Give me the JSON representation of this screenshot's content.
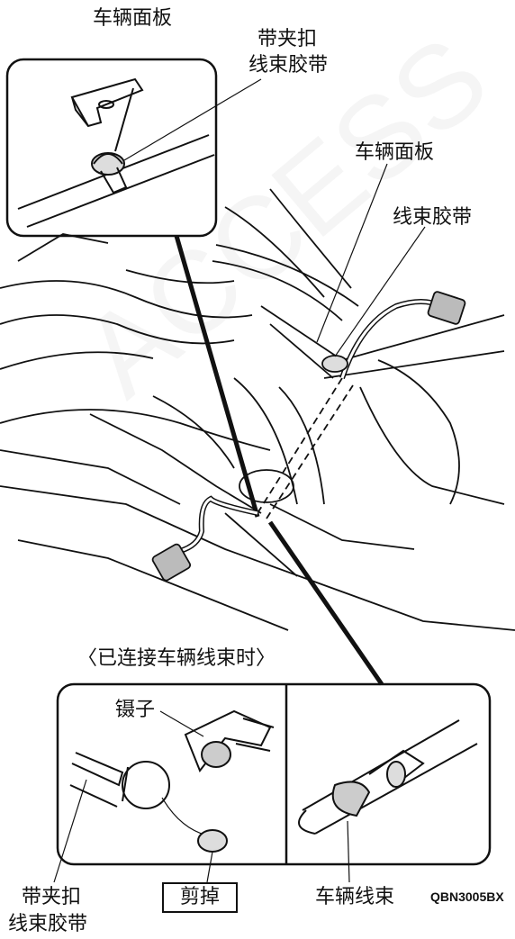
{
  "labels": {
    "top_panel": "车辆面板",
    "clip_tie_line1": "带夹扣",
    "clip_tie_line2": "线束胶带",
    "vehicle_panel_right": "车辆面板",
    "harness_tape_right": "线束胶带",
    "connected_caption": "〈已连接车辆线束时〉",
    "tweezers": "镊子",
    "bottom_clip_line1": "带夹扣",
    "bottom_clip_line2": "线束胶带",
    "cut_off": "剪掉",
    "vehicle_harness": "车辆线束",
    "figure_code": "QBN3005BX"
  }
}
